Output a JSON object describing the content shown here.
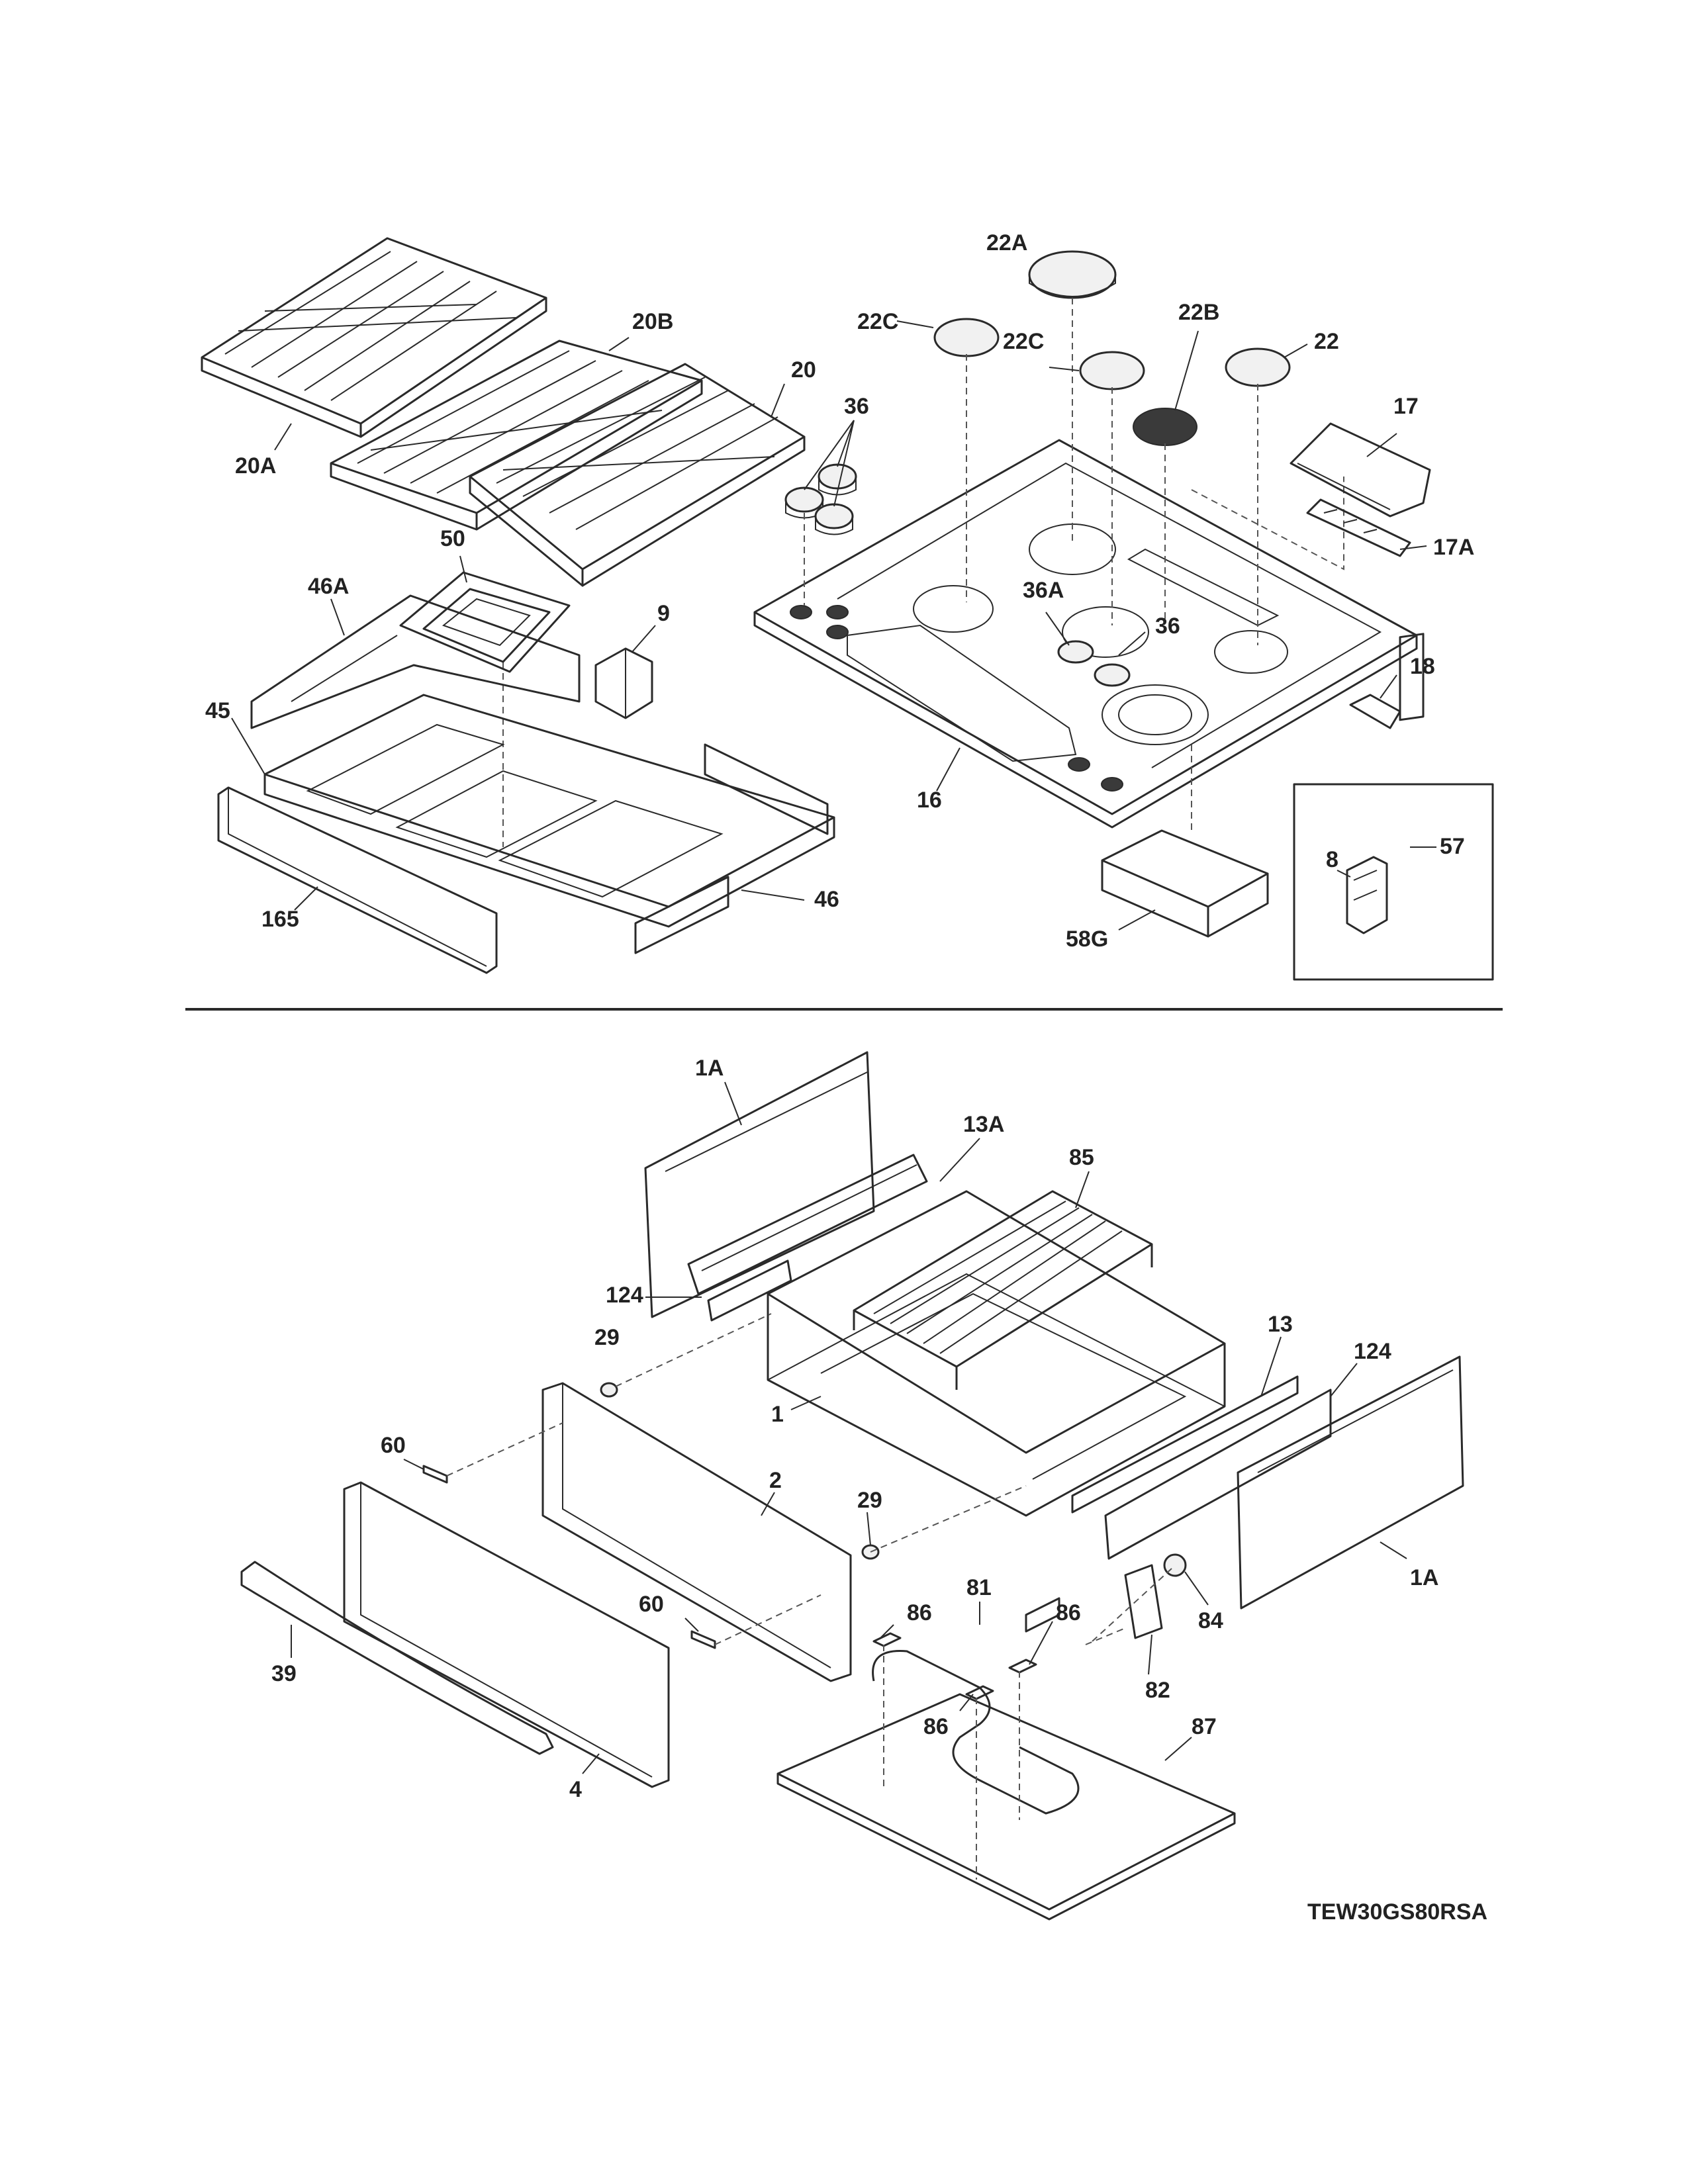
{
  "diagram": {
    "model": "TEW30GS80RSA",
    "colors": {
      "line": "#2a2a2a",
      "label": "#222222",
      "background": "#ffffff"
    },
    "callouts": {
      "c_22A": "22A",
      "c_22C_a": "22C",
      "c_22C_b": "22C",
      "c_22B": "22B",
      "c_22": "22",
      "c_20B": "20B",
      "c_20": "20",
      "c_20A": "20A",
      "c_36_a": "36",
      "c_36_b": "36",
      "c_17": "17",
      "c_17A": "17A",
      "c_50": "50",
      "c_46A": "46A",
      "c_9": "9",
      "c_36A": "36A",
      "c_18": "18",
      "c_45": "45",
      "c_16": "16",
      "c_57": "57",
      "c_8": "8",
      "c_165": "165",
      "c_46": "46",
      "c_58G": "58G",
      "c_1A_a": "1A",
      "c_13A": "13A",
      "c_85": "85",
      "c_124_a": "124",
      "c_29_a": "29",
      "c_13": "13",
      "c_124_b": "124",
      "c_1": "1",
      "c_60_a": "60",
      "c_2": "2",
      "c_29_b": "29",
      "c_1A_b": "1A",
      "c_81": "81",
      "c_60_b": "60",
      "c_86_a": "86",
      "c_86_b": "86",
      "c_84": "84",
      "c_39": "39",
      "c_82": "82",
      "c_86_c": "86",
      "c_87": "87",
      "c_4": "4"
    }
  }
}
